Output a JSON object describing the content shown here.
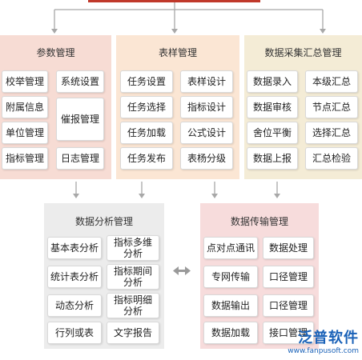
{
  "top_panels": [
    {
      "title": "参数管理",
      "left": [
        "校举管理",
        "附属信息",
        "单位管理",
        "指标管理"
      ],
      "right": [
        "系统设置",
        "催报管理",
        "日志管理"
      ]
    },
    {
      "title": "表样管理",
      "left": [
        "任务设置",
        "任务选择",
        "任务加载",
        "任务发布"
      ],
      "right": [
        "表样设计",
        "指标设计",
        "公式设计",
        "表杨分级"
      ]
    },
    {
      "title": "数据采集汇总管理",
      "left": [
        "数据录入",
        "数据审核",
        "舍位平衡",
        "数据上报"
      ],
      "right": [
        "本级汇总",
        "节点汇总",
        "选择汇总",
        "汇总检验"
      ]
    }
  ],
  "bottom_panels": [
    {
      "title": "数据分析管理",
      "left": [
        "基本表分析",
        "统计表分析",
        "动态分析",
        "行列或表"
      ],
      "right": [
        "指标多维\n分析",
        "指标期间\n分析",
        "指标明细\n分析",
        "文字报告"
      ]
    },
    {
      "title": "数据传输管理",
      "left": [
        "点对点通讯",
        "专网传输",
        "数据输出",
        "数据加载"
      ],
      "right": [
        "数据处理",
        "口径管理",
        "口径管理",
        "接口管理"
      ]
    }
  ],
  "colors": {
    "panel1": "#f7dcd4",
    "panel2": "#fbe6d4",
    "panel3": "#f4ecd6",
    "panel4": "#ececec",
    "panel5": "#f7dcdc",
    "arrow": "#9a9a9a",
    "top_bar": "#c0392b"
  },
  "logo": {
    "text": "泛普软件",
    "url": "www.fanpusoft.com"
  }
}
